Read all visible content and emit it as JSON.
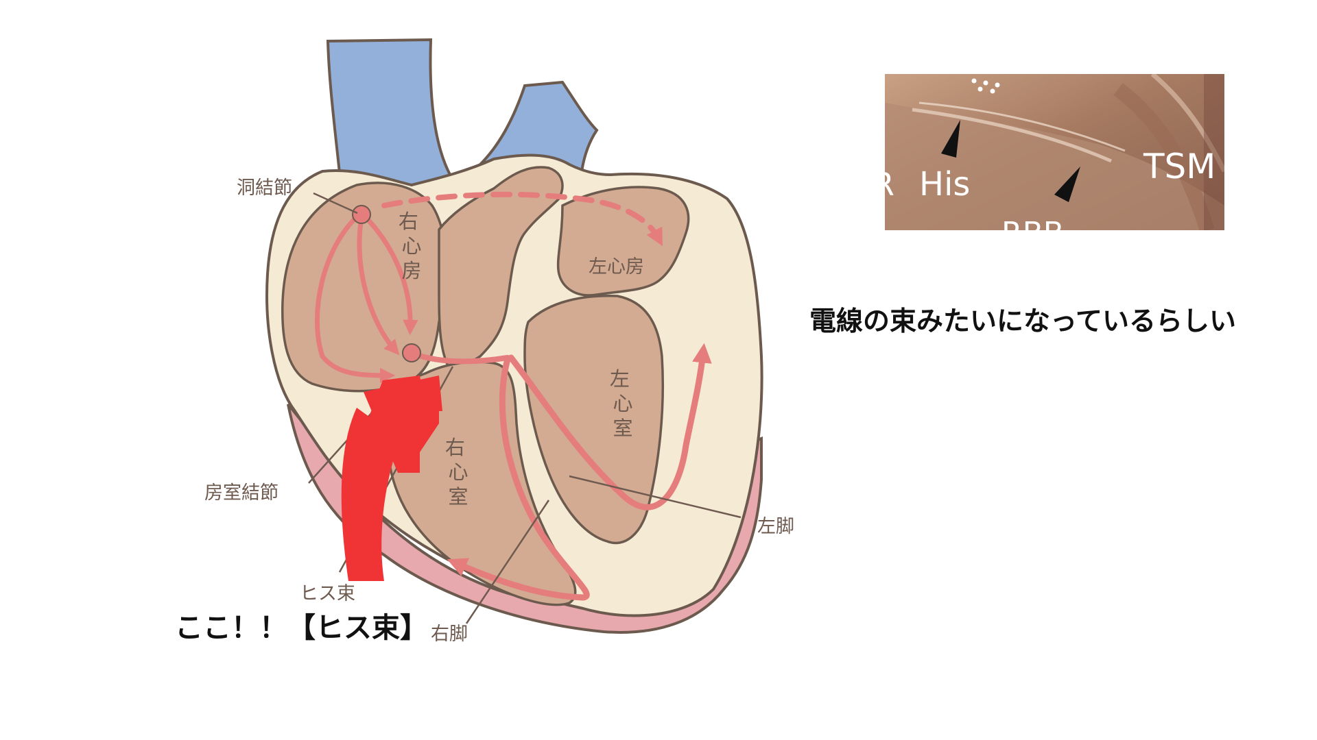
{
  "diagram": {
    "labels": {
      "sa_node": "洞結節",
      "right_atrium": "右心房",
      "left_atrium": "左心房",
      "av_node": "房室結節",
      "his_bundle": "ヒス束",
      "right_ventricle": "右心室",
      "left_ventricle": "左心室",
      "left_bundle": "左脚",
      "right_bundle": "右脚"
    },
    "callout": "ここ！！【ヒス束】",
    "colors": {
      "heart_outline": "#6b5a4d",
      "heart_wall": "#f5ead3",
      "chamber": "#d2ab92",
      "vessel": "#92b0d9",
      "pericardium": "#e7a8ae",
      "conduction": "#e57d7d",
      "callout_arrow": "#f03436"
    }
  },
  "photo": {
    "labels": {
      "his": "His",
      "tsm": "TSM",
      "partial_left": "R",
      "partial_bottom": "RBB"
    }
  },
  "note": "電線の束みたいになっているらしい"
}
